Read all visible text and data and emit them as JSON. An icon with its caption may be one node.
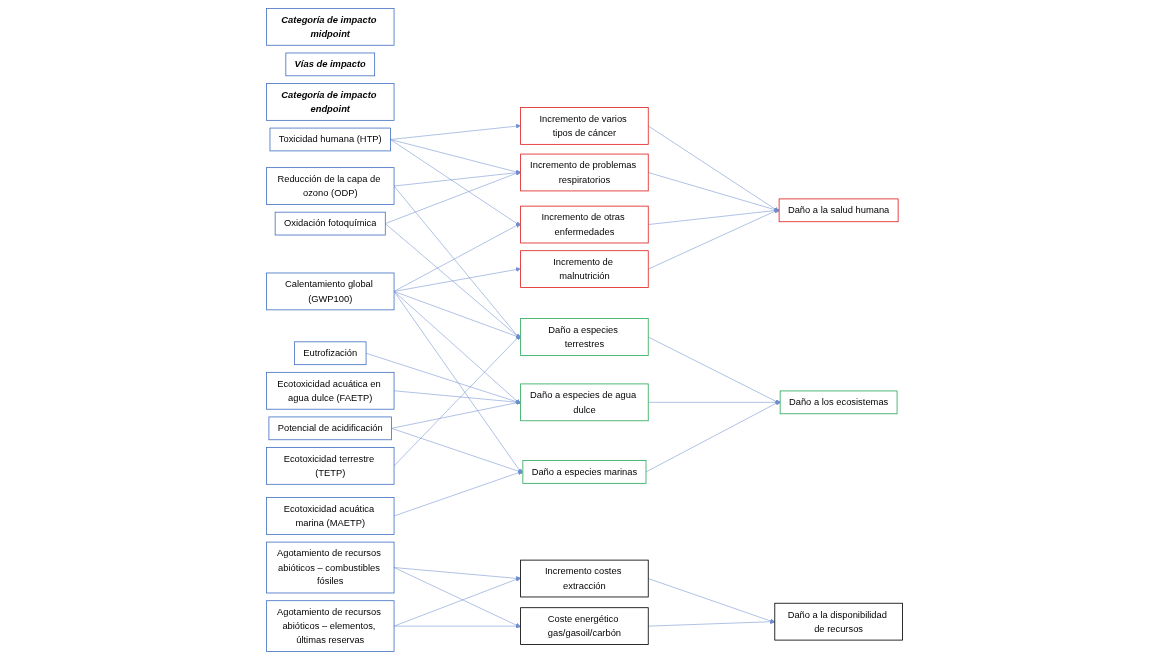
{
  "diagram": {
    "nodes": [
      {
        "text": [
          "Categoría de impacto midpoint"
        ]
      },
      {
        "text": [
          "Vías de impacto"
        ]
      },
      {
        "text": [
          "Categoría de impacto endpoint"
        ]
      },
      {
        "text": [
          "Toxicidad humana (HTP)"
        ]
      },
      {
        "text": [
          "Reducción de la capa de ozono (ODP)"
        ]
      },
      {
        "text": [
          "Calentamiento global (GWP100)"
        ]
      },
      {
        "text": [
          "Oxidación fotoquímica"
        ]
      },
      {
        "text": [
          "Potencial de acidificación"
        ]
      },
      {
        "text": [
          "Eutrofización"
        ]
      },
      {
        "text": [
          "Ecotoxicidad acuática en agua dulce (FAETP)"
        ]
      },
      {
        "text": [
          "Ecotoxicidad acuática marina (MAETP)"
        ]
      },
      {
        "text": [
          "Ecotoxicidad terrestre (TETP)"
        ]
      },
      {
        "text": [
          "Agotamiento de recursos abióticos – combustibles fósiles"
        ]
      },
      {
        "text": [
          "Agotamiento de recursos abióticos – elementos, últimas reservas"
        ]
      },
      {
        "text": [
          "Incremento de problemas respiratorios"
        ]
      },
      {
        "text": [
          "Incremento de varios tipos de cáncer"
        ]
      },
      {
        "text": [
          "Incremento de otras enfermedades"
        ]
      },
      {
        "text": [
          "Incremento de malnutrición"
        ]
      },
      {
        "text": [
          "Daño a especies de agua dulce"
        ]
      },
      {
        "text": [
          "Daño a especies terrestres"
        ]
      },
      {
        "text": [
          "Daño a especies marinas"
        ]
      },
      {
        "text": [
          "Incremento costes extracción"
        ]
      },
      {
        "text": [
          "Coste energético gas/gasoil/carbón"
        ]
      },
      {
        "text": [
          "Daño a la salud humana"
        ]
      },
      {
        "text": [
          "Daño a los ecosistemas"
        ]
      },
      {
        "text": [
          "Daño a la disponibilidad de recursos"
        ]
      }
    ],
    "edges": [
      {
        "from": 3,
        "to": 14,
        "arrow": "to"
      },
      {
        "from": 3,
        "to": 15,
        "arrow": "to"
      },
      {
        "from": 3,
        "to": 16,
        "arrow": "to"
      },
      {
        "from": 4,
        "to": 14,
        "arrow": "to"
      },
      {
        "from": 4,
        "to": 19,
        "arrow": "to"
      },
      {
        "from": 5,
        "to": 16,
        "arrow": "to"
      },
      {
        "from": 5,
        "to": 17,
        "arrow": "to"
      },
      {
        "from": 5,
        "to": 18,
        "arrow": "to"
      },
      {
        "from": 5,
        "to": 19,
        "arrow": "to"
      },
      {
        "from": 5,
        "to": 20,
        "arrow": "to"
      },
      {
        "from": 6,
        "to": 14,
        "arrow": "to"
      },
      {
        "from": 6,
        "to": 19,
        "arrow": "to"
      },
      {
        "from": 7,
        "to": 18,
        "arrow": "to"
      },
      {
        "from": 7,
        "to": 20,
        "arrow": "to"
      },
      {
        "from": 8,
        "to": 18,
        "arrow": "to"
      },
      {
        "from": 9,
        "to": 18,
        "arrow": "to"
      },
      {
        "from": 10,
        "to": 20,
        "arrow": "to"
      },
      {
        "from": 11,
        "to": 19,
        "arrow": "to"
      },
      {
        "from": 12,
        "to": 21,
        "arrow": "to"
      },
      {
        "from": 12,
        "to": 22,
        "arrow": "to"
      },
      {
        "from": 13,
        "to": 21,
        "arrow": "to"
      },
      {
        "from": 13,
        "to": 22,
        "arrow": "to"
      },
      {
        "from": 14,
        "to": 23,
        "arrow": "to"
      },
      {
        "from": 15,
        "to": 23,
        "arrow": "to"
      },
      {
        "from": 16,
        "to": 23,
        "arrow": "to"
      },
      {
        "from": 17,
        "to": 23,
        "arrow": "to"
      },
      {
        "from": 18,
        "to": 24,
        "arrow": "to"
      },
      {
        "from": 19,
        "to": 24,
        "arrow": "to"
      },
      {
        "from": 20,
        "to": 24,
        "arrow": "to"
      },
      {
        "from": 21,
        "to": 25,
        "arrow": "to"
      },
      {
        "from": 22,
        "to": 25,
        "arrow": "to"
      }
    ]
  }
}
